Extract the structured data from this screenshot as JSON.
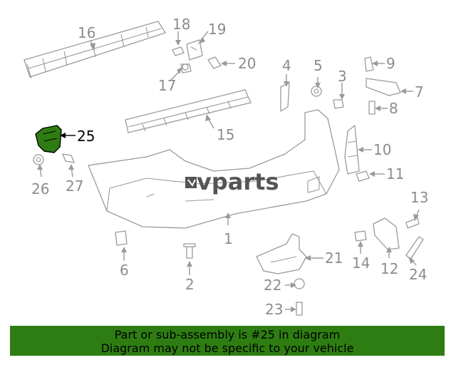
{
  "watermark": "vparts",
  "highlight": {
    "part": "25",
    "color": "#2e7d12"
  },
  "callouts": [
    "1",
    "2",
    "3",
    "4",
    "5",
    "6",
    "7",
    "8",
    "9",
    "10",
    "11",
    "12",
    "13",
    "14",
    "15",
    "16",
    "17",
    "18",
    "19",
    "20",
    "21",
    "22",
    "23",
    "24",
    "25",
    "26",
    "27"
  ],
  "banner": {
    "line1": "Part or sub-assembly is #25 in diagram",
    "line2": "Diagram may not be specific to your vehicle",
    "color": "#2e7d12"
  }
}
